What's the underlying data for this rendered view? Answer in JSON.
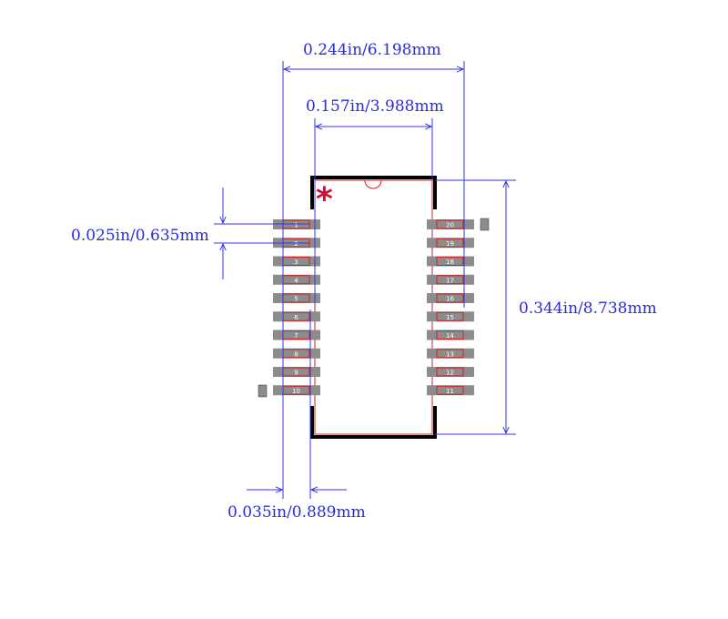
{
  "dimensions": {
    "overall_width": "0.244in/6.198mm",
    "body_width": "0.157in/3.988mm",
    "pitch": "0.025in/0.635mm",
    "overall_height": "0.344in/8.738mm",
    "pad_width": "0.035in/0.889mm"
  },
  "pins": {
    "left": [
      "1",
      "2",
      "3",
      "4",
      "5",
      "6",
      "7",
      "8",
      "9",
      "10"
    ],
    "right": [
      "20",
      "19",
      "18",
      "17",
      "16",
      "15",
      "14",
      "13",
      "12",
      "11"
    ]
  },
  "pin1_marker": "*",
  "colors": {
    "dimension": "#3333ee",
    "outline": "#000000",
    "body": "#d02020",
    "pad": "#8c8c8c",
    "marker": "#cc1133"
  }
}
